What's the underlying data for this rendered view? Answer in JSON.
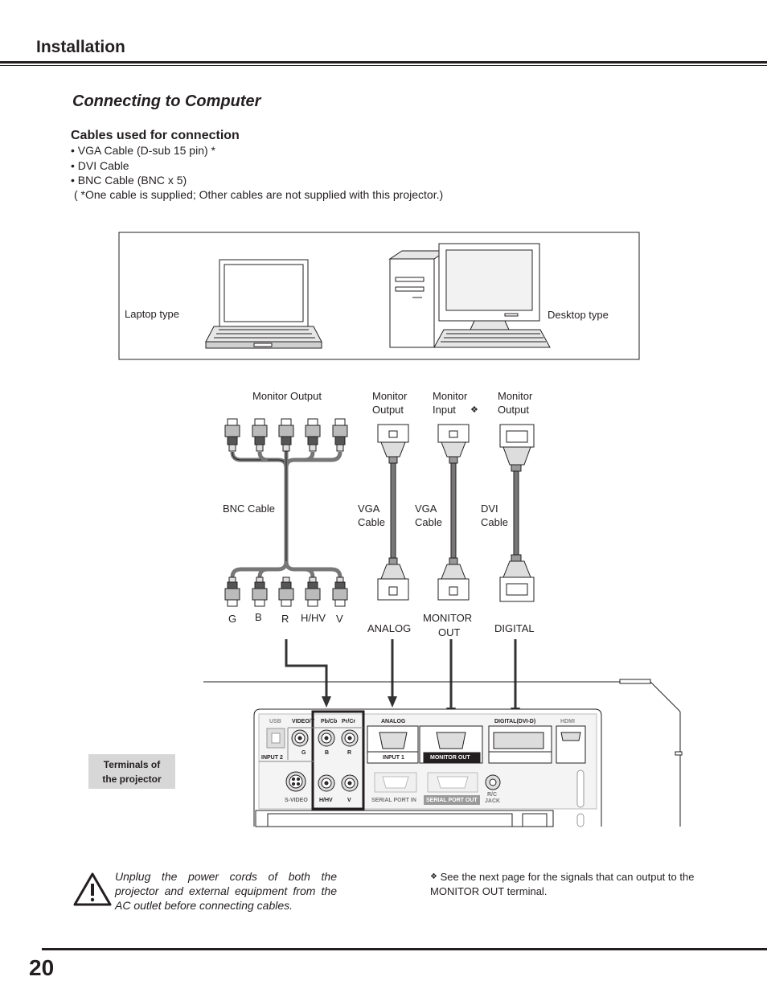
{
  "header": {
    "section_title": "Installation"
  },
  "title": "Connecting to Computer",
  "cables": {
    "heading": "Cables used for connection",
    "items": [
      "• VGA Cable (D-sub 15 pin) *",
      "• DVI Cable",
      "• BNC Cable (BNC x 5)"
    ],
    "note": "( *One cable is supplied; Other cables are not supplied with this projector.)"
  },
  "computers": {
    "laptop_label": "Laptop type",
    "desktop_label": "Desktop type"
  },
  "bnc": {
    "monitor_output_label": "Monitor Output",
    "cable_label": "BNC Cable",
    "connectors": [
      "G",
      "B",
      "R",
      "H/HV",
      "V"
    ]
  },
  "vga1": {
    "top_label": [
      "Monitor",
      "Output"
    ],
    "cable_label": [
      "VGA",
      "Cable"
    ],
    "terminal_label": "ANALOG"
  },
  "vga2": {
    "top_label": [
      "Monitor",
      "Input"
    ],
    "cable_label": [
      "VGA",
      "Cable"
    ],
    "terminal_label": [
      "MONITOR",
      "OUT"
    ],
    "marker": "❖"
  },
  "dvi": {
    "top_label": [
      "Monitor",
      "Output"
    ],
    "cable_label": [
      "DVI",
      "Cable"
    ],
    "terminal_label": "DIGITAL"
  },
  "projector_panel": {
    "terminals_label": [
      "Terminals of",
      "the projector"
    ],
    "usb": "USB",
    "video_y": "VIDEO/Y",
    "pb_cb": "Pb/Cb",
    "pr_cr": "Pr/Cr",
    "analog": "ANALOG",
    "digital": "DIGITAL(DVI-D)",
    "hdmi": "HDMI",
    "input2": "INPUT 2",
    "input1": "INPUT 1",
    "monitor_out": "MONITOR OUT",
    "g": "G",
    "b": "B",
    "r": "R",
    "svideo": "S-VIDEO",
    "hhv": "H/HV",
    "v": "V",
    "serial_in": "SERIAL PORT IN",
    "serial_out": "SERIAL PORT OUT",
    "rc": "R/C",
    "jack": "JACK"
  },
  "caution": "Unplug the power cords of both the projector and external equipment from the AC outlet before connecting cables.",
  "footnote": {
    "marker": "❖",
    "text": "See the next page for the signals that can output to the MONITOR OUT terminal."
  },
  "page_number": "20"
}
